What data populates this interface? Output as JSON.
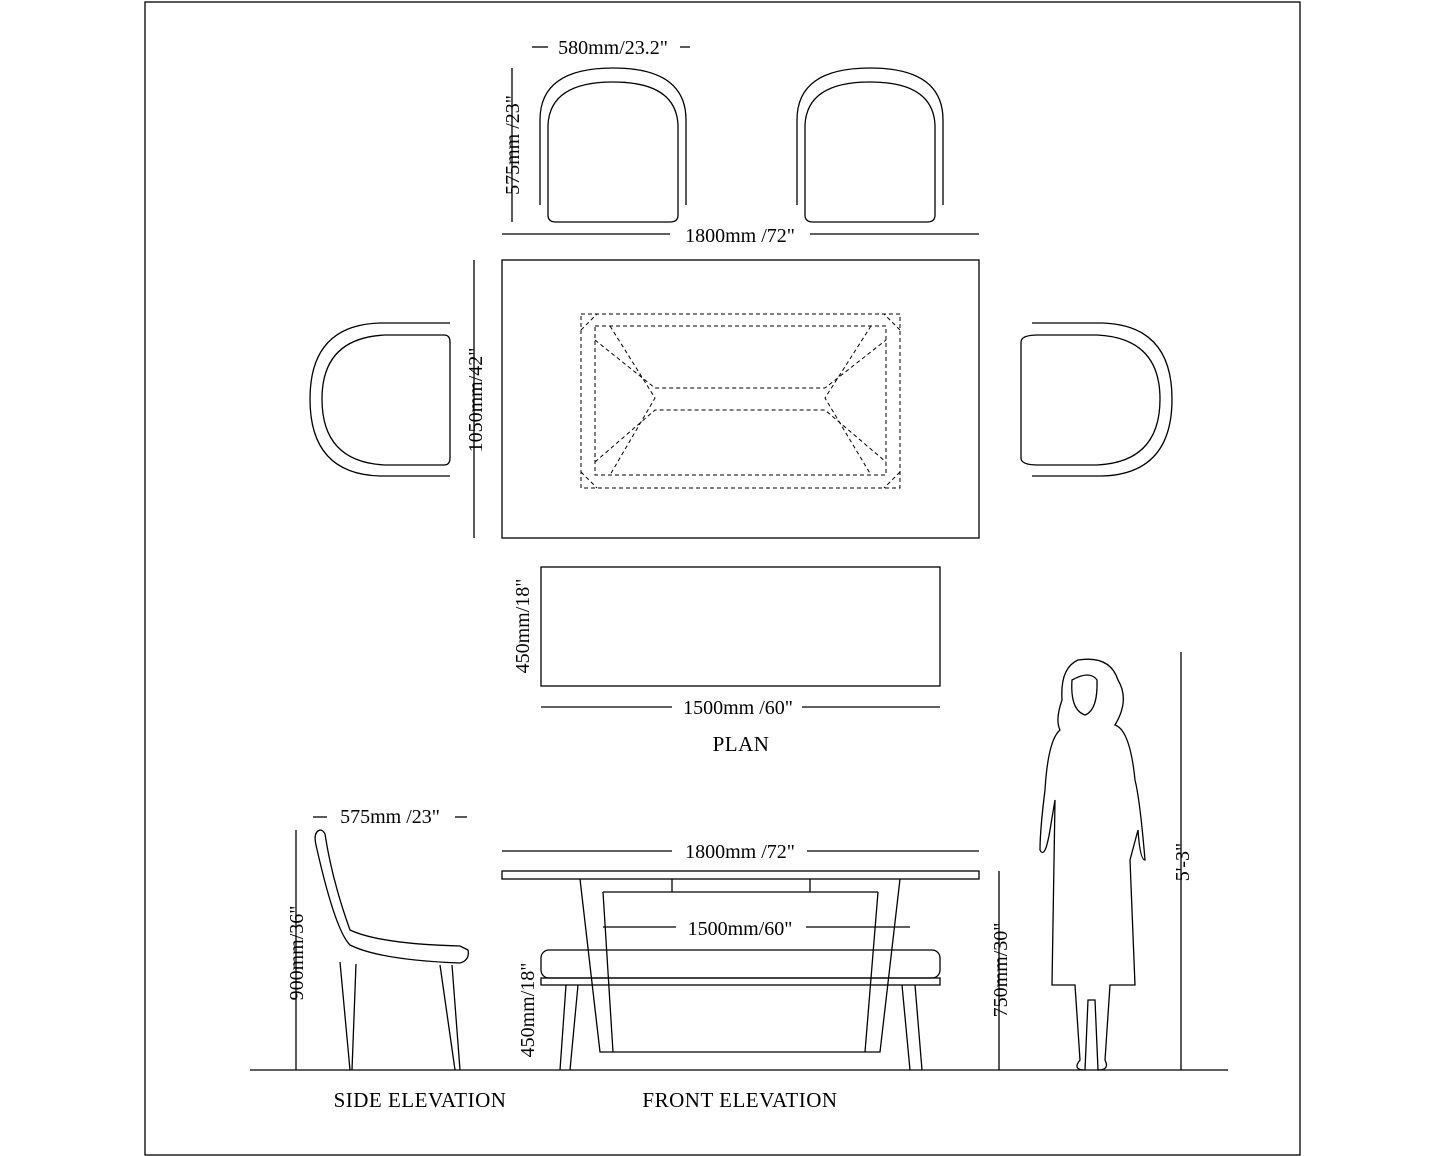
{
  "plan": {
    "chair_width": "580mm/23.2\"",
    "chair_depth": "575mm /23\"",
    "table_length": "1800mm /72\"",
    "table_width": "1050mm/42\"",
    "bench_depth": "450mm/18\"",
    "bench_length": "1500mm /60\"",
    "label": "PLAN"
  },
  "side_elevation": {
    "chair_depth": "575mm /23\"",
    "chair_height": "900mm/36\"",
    "label": "SIDE ELEVATION"
  },
  "front_elevation": {
    "table_length": "1800mm /72\"",
    "bench_length": "1500mm/60\"",
    "bench_height": "450mm/18\"",
    "table_height": "750mm/30\"",
    "label": "FRONT ELEVATION"
  },
  "human_figure": {
    "height": "5'-3\""
  }
}
